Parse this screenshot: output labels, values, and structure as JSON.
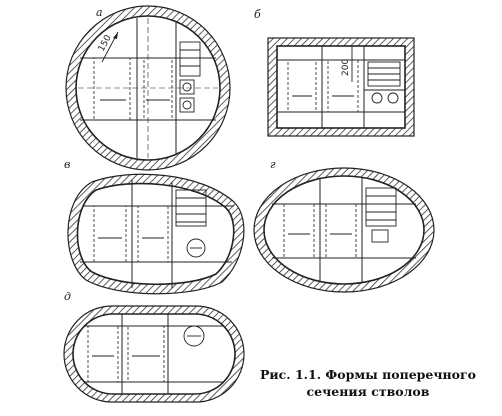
{
  "figure": {
    "panels": [
      {
        "label": "а",
        "shape": "circle"
      },
      {
        "label": "б",
        "shape": "rectangle",
        "dimension": "200"
      },
      {
        "label": "в",
        "shape": "egg"
      },
      {
        "label": "г",
        "shape": "ellipse"
      },
      {
        "label": "д",
        "shape": "stadium"
      }
    ],
    "dimension_a": "150",
    "caption": {
      "line1": "Рис. 1.1. Формы поперечного",
      "line2": "сечения стволов"
    }
  }
}
